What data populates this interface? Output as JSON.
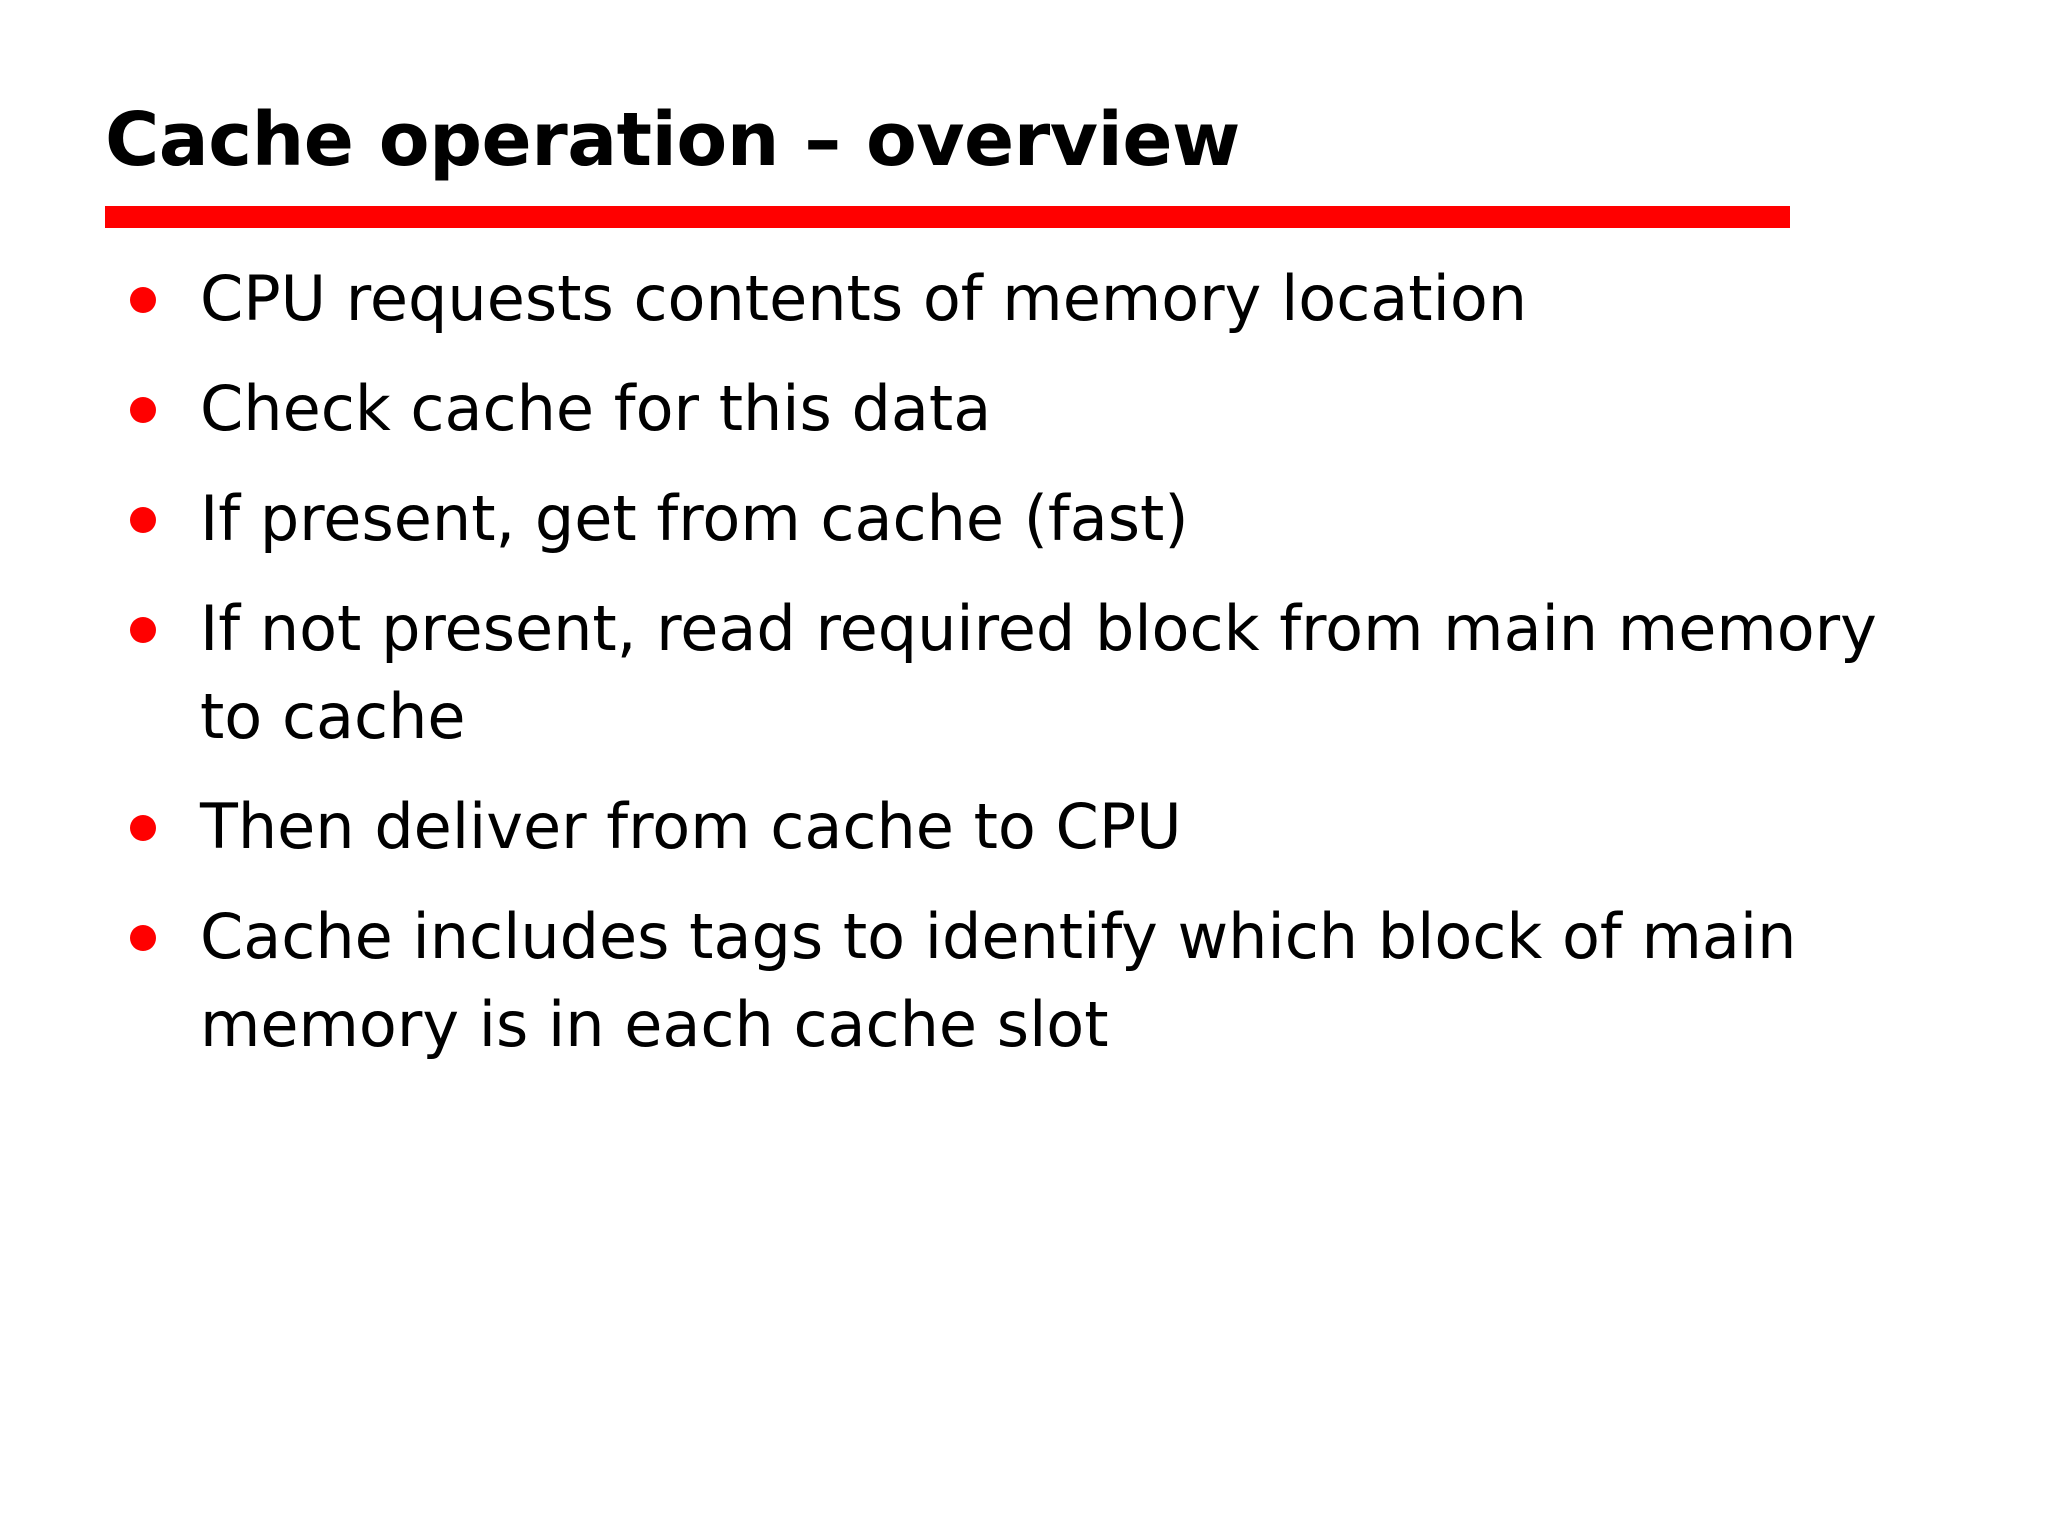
{
  "slide": {
    "title": "Cache operation – overview",
    "accent_color": "#FF0000",
    "text_color": "#000000",
    "background_color": "#FFFFFF",
    "bullets": [
      {
        "text": "CPU requests contents of memory location"
      },
      {
        "text": "Check cache for this data"
      },
      {
        "text": "If present, get from cache (fast)"
      },
      {
        "text": "If not present, read required block from main memory to cache"
      },
      {
        "text": "Then deliver from cache to CPU"
      },
      {
        "text": "Cache includes tags to identify which block of main memory is in each cache slot"
      }
    ]
  }
}
